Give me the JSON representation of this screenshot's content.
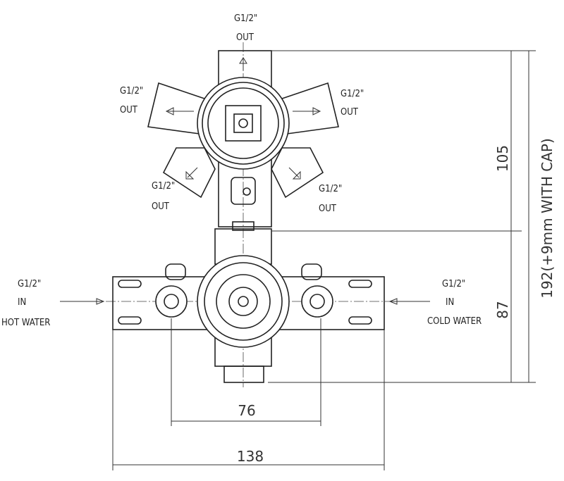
{
  "labels": {
    "top_out": {
      "thread": "G1/2\"",
      "dir": "OUT"
    },
    "upper_left_out": {
      "thread": "G1/2\"",
      "dir": "OUT"
    },
    "upper_right_out": {
      "thread": "G1/2\"",
      "dir": "OUT"
    },
    "lower_left_out": {
      "thread": "G1/2\"",
      "dir": "OUT"
    },
    "lower_right_out": {
      "thread": "G1/2\"",
      "dir": "OUT"
    },
    "hot_in": {
      "thread": "G1/2\"",
      "dir": "IN",
      "name": "HOT WATER"
    },
    "cold_in": {
      "thread": "G1/2\"",
      "dir": "IN",
      "name": "COLD WATER"
    }
  },
  "dimensions": {
    "upper_height": "105",
    "lower_height": "87",
    "total_height": "192(+9mm WITH CAP)",
    "inlet_spacing": "76",
    "overall_width": "138"
  }
}
